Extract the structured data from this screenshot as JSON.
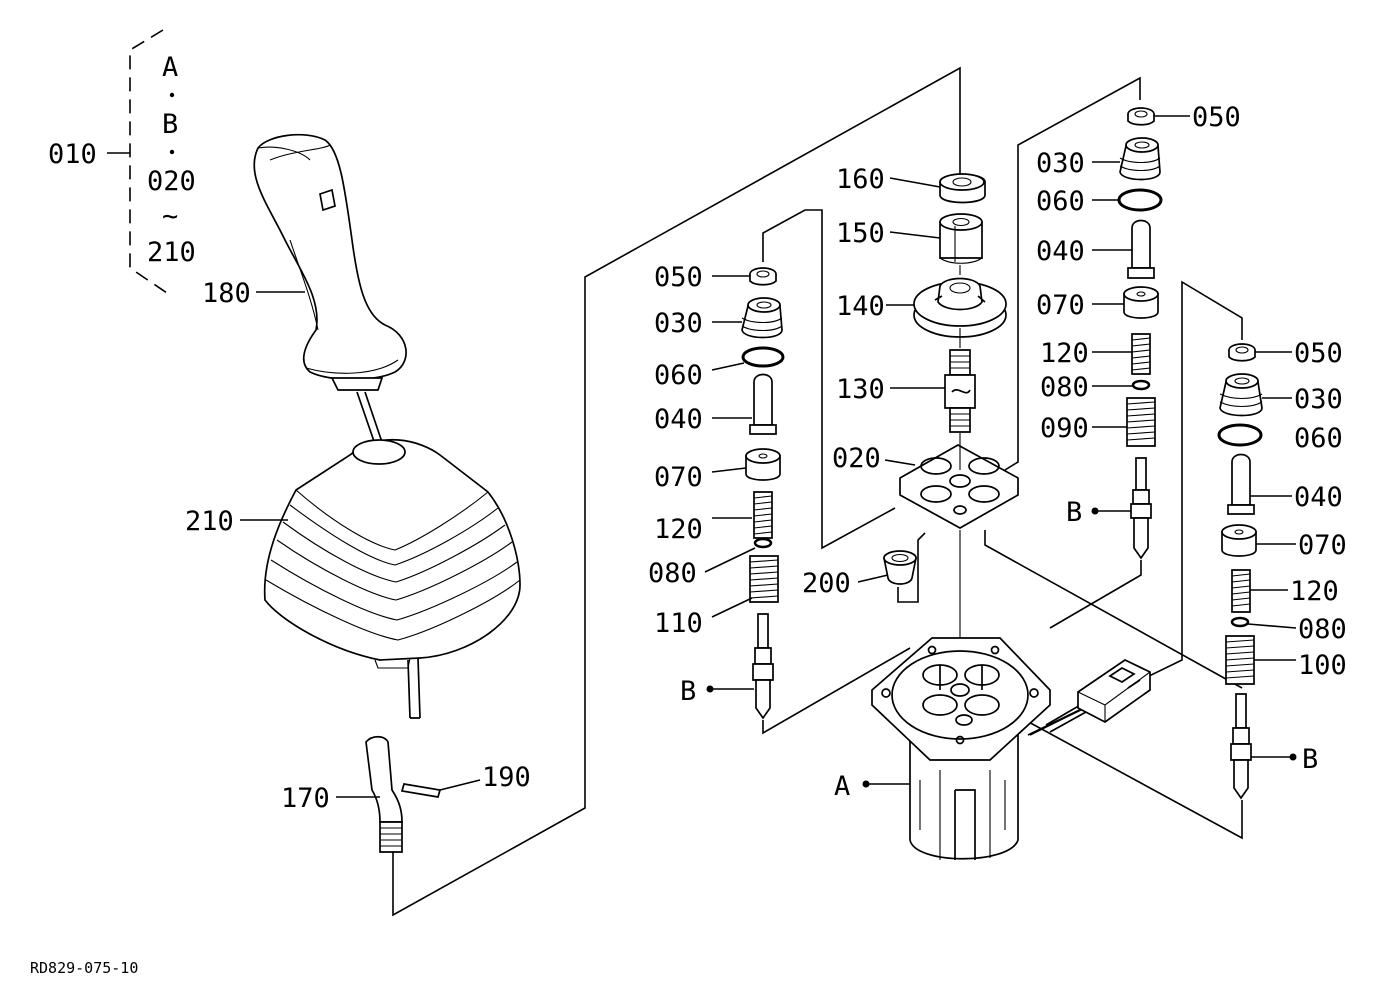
{
  "diagram": {
    "reference_code": "RD829-075-10",
    "group_label": {
      "top": "A",
      "second": "B",
      "third": "020",
      "tilde": "~",
      "bottom": "210",
      "number": "010"
    },
    "callouts": {
      "n180": "180",
      "n210": "210",
      "n170": "170",
      "n190": "190",
      "n160": "160",
      "n150": "150",
      "n140": "140",
      "n130": "130",
      "n020": "020",
      "n200": "200",
      "left_050": "050",
      "left_030": "030",
      "left_060": "060",
      "left_040": "040",
      "left_070": "070",
      "left_120": "120",
      "left_080": "080",
      "left_110": "110",
      "left_B": "B",
      "mid_050": "050",
      "mid_030": "030",
      "mid_060": "060",
      "mid_040": "040",
      "mid_070": "070",
      "mid_120": "120",
      "mid_080": "080",
      "mid_090": "090",
      "mid_B": "B",
      "right_050": "050",
      "right_030": "030",
      "right_060": "060",
      "right_040": "040",
      "right_070": "070",
      "right_120": "120",
      "right_080": "080",
      "right_100": "100",
      "right_B": "B",
      "body_A": "A"
    }
  }
}
